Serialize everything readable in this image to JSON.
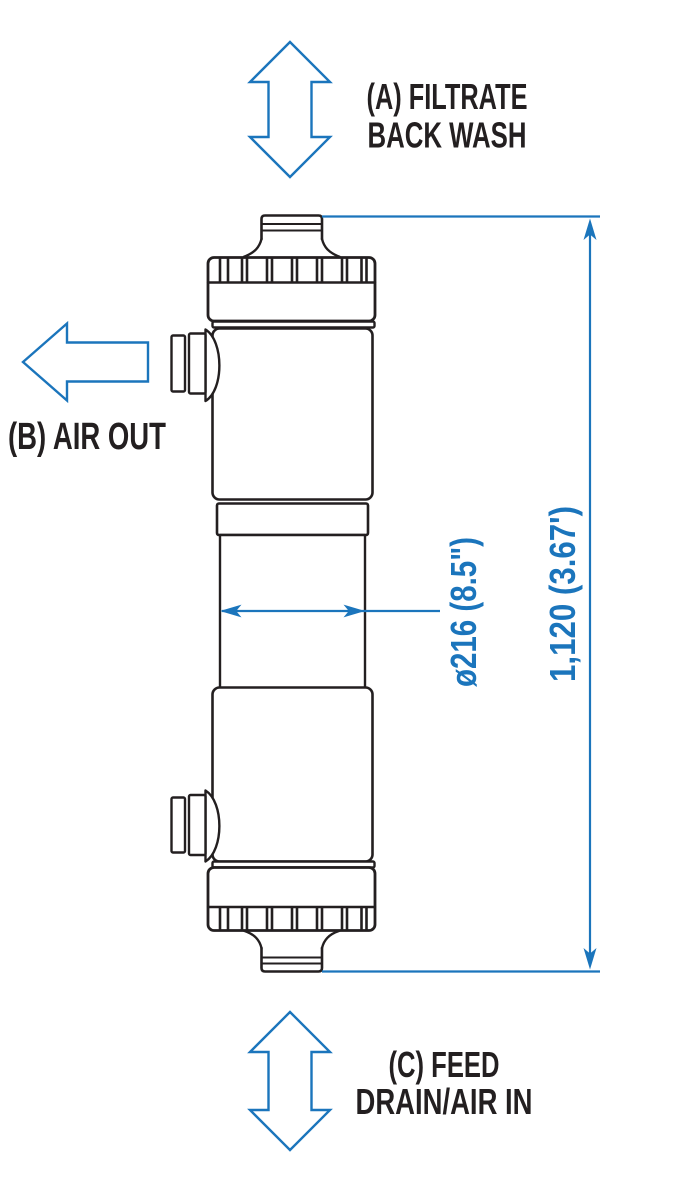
{
  "figure": {
    "kind": "technical-line-drawing",
    "subject": "membrane filtration module elevation view"
  },
  "ports": {
    "a": {
      "label_line1": "(A) FILTRATE",
      "label_line2": "BACK WASH",
      "flow_icon": "double-vertical-arrow-icon",
      "location": "top"
    },
    "b": {
      "label_line1": "(B) AIR OUT",
      "flow_icon": "arrow-left-icon",
      "location": "upper-side"
    },
    "c": {
      "label_line1": "(C) FEED",
      "label_line2": "DRAIN/AIR IN",
      "flow_icon": "double-vertical-arrow-icon",
      "location": "bottom"
    }
  },
  "dimensions": {
    "diameter": "ø216 (8.5\")",
    "overall_height": "1,120 (3.67')"
  },
  "colors": {
    "line_ink": "#231F20",
    "dimension_blue": "#1B75BC",
    "background": "#FFFFFF"
  }
}
